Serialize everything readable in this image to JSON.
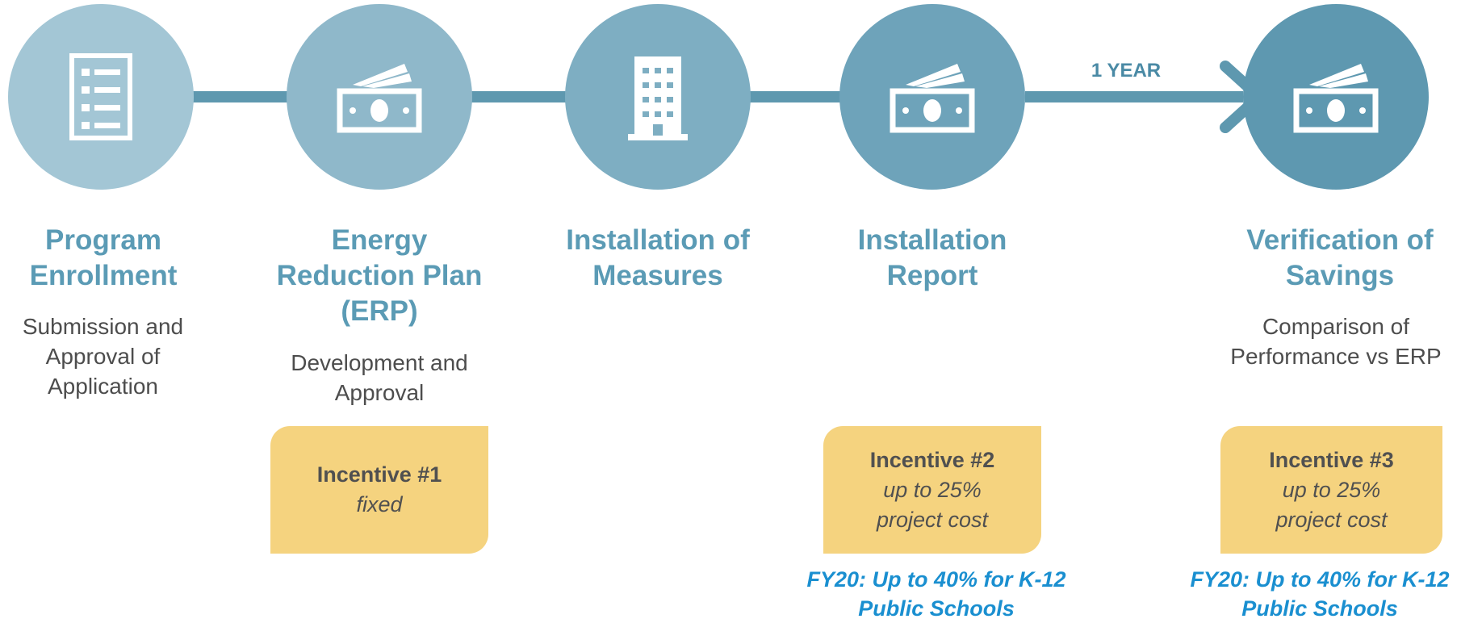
{
  "timeline_label": "1 YEAR",
  "steps": [
    {
      "icon": "checklist-icon",
      "title": "Program Enrollment",
      "description": "Submission and Approval of Application",
      "color": "#a3c6d5"
    },
    {
      "icon": "money-icon",
      "title": "Energy Reduction Plan (ERP)",
      "description": "Development and Approval",
      "color": "#8fb8ca"
    },
    {
      "icon": "building-icon",
      "title": "Installation of Measures",
      "description": "",
      "color": "#7eaec2"
    },
    {
      "icon": "money-icon",
      "title": "Installation Report",
      "description": "",
      "color": "#6ea3ba"
    },
    {
      "icon": "money-icon",
      "title": "Verification of Savings",
      "description": "Comparison of Performance vs ERP",
      "color": "#5e98b0"
    }
  ],
  "incentives": [
    {
      "title": "Incentive #1",
      "note": "fixed"
    },
    {
      "title": "Incentive #2",
      "note": "up to 25% project cost"
    },
    {
      "title": "Incentive #3",
      "note": "up to 25% project cost"
    }
  ],
  "fy_notes": [
    "FY20: Up to 40%  for K-12 Public Schools",
    "FY20: Up to 40%  for K-12 Public Schools"
  ],
  "colors": {
    "connector": "#5e98af",
    "incentive_box": "#f5d37f",
    "title_text": "#5b9bb5",
    "fy_note_text": "#1a8fd0"
  }
}
